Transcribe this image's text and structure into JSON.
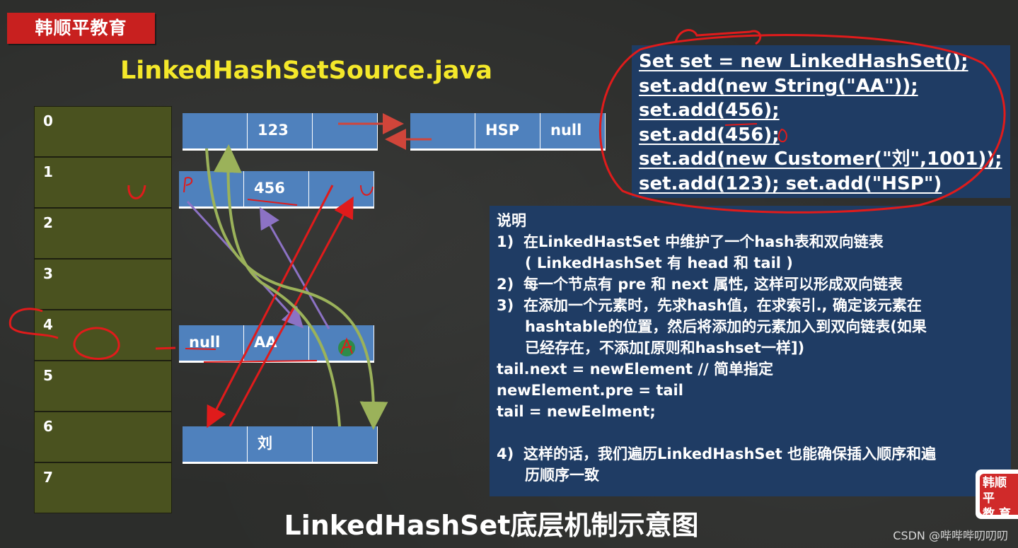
{
  "logo": "韩顺平教育",
  "source_title": "LinkedHashSetSource.java",
  "table_slots": [
    "0",
    "1",
    "2",
    "3",
    "4",
    "5",
    "6",
    "7"
  ],
  "nodes": {
    "n123": [
      "",
      "123",
      ""
    ],
    "hsp": [
      "",
      "HSP",
      "null"
    ],
    "n456": [
      "",
      "456",
      ""
    ],
    "aa": [
      "null",
      "AA",
      ""
    ],
    "liu": [
      "",
      "刘",
      ""
    ]
  },
  "code_lines": [
    "Set set = new LinkedHashSet();",
    "set.add(new String(\"AA\"));",
    "set.add(456);",
    "set.add(456);",
    "set.add(new Customer(\"刘\",1001));",
    "set.add(123); set.add(\"HSP\")"
  ],
  "notes": {
    "heading": "说明",
    "item1_num": "1)",
    "item1_a": "在LinkedHastSet 中维护了一个hash表和双向链表",
    "item1_b": "( LinkedHashSet 有 head 和 tail )",
    "item2_num": "2)",
    "item2": "每一个节点有 pre 和 next 属性, 这样可以形成双向链表",
    "item3_num": "3)",
    "item3_a": "在添加一个元素时，先求hash值，在求索引., 确定该元素在",
    "item3_b": "hashtable的位置，然后将添加的元素加入到双向链表(如果",
    "item3_c": "已经存在，不添加[原则和hashset一样])",
    "code1": "tail.next = newElement // 简单指定",
    "code2": "newElement.pre = tail",
    "code3": "tail = newEelment;",
    "item4_num": "4)",
    "item4_a": "这样的话，我们遍历LinkedHashSet 也能确保插入顺序和遍",
    "item4_b": "历顺序一致"
  },
  "caption": "LinkedHashSet底层机制示意图",
  "watermark": "CSDN @哔哔哔叨叨叨",
  "badge": {
    "line1": "韩顺平",
    "line2": "教 育"
  },
  "colors": {
    "node": "#4f81bd",
    "slot": "#4a521f",
    "box": "#1f3c64",
    "title": "#f4e82a",
    "red": "#e01b1b",
    "green": "#9bb25a",
    "purple": "#8c72c4"
  }
}
